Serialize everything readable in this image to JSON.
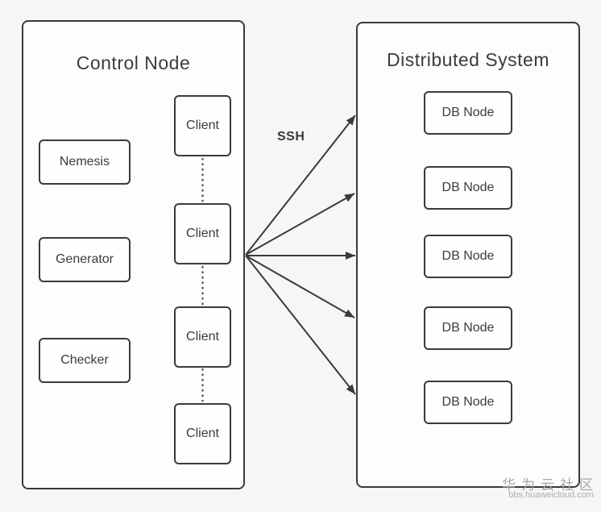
{
  "diagram": {
    "control_node": {
      "title": "Control Node",
      "components": [
        "Nemesis",
        "Generator",
        "Checker"
      ],
      "clients": [
        "Client",
        "Client",
        "Client",
        "Client"
      ]
    },
    "ssh_label": "SSH",
    "distributed_system": {
      "title": "Distributed System",
      "db_nodes": [
        "DB Node",
        "DB Node",
        "DB Node",
        "DB Node",
        "DB Node"
      ]
    },
    "watermark": {
      "community": "华为云社区",
      "site": "bbs.huaweicloud.com"
    },
    "colors": {
      "line": "#3a3a3a",
      "text": "#3c3c3c",
      "background": "#f6f6f7",
      "box_fill": "#fdfdfd",
      "watermark": "#a7a7a7"
    }
  }
}
